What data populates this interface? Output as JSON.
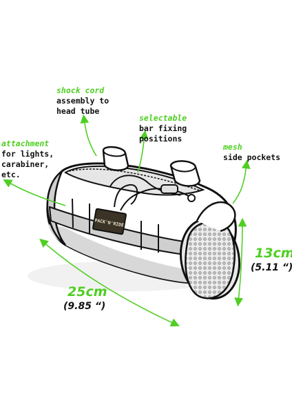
{
  "annotations": {
    "shock_cord": {
      "title": "shock cord",
      "line1": "assembly to",
      "line2": "head tube"
    },
    "bar_fixing": {
      "title": "selectable",
      "line1": "bar fixing",
      "line2": "positions"
    },
    "attachment": {
      "title": "attachment",
      "line1": "for lights,",
      "line2": "carabiner,",
      "line3": "etc."
    },
    "mesh": {
      "title": "mesh",
      "line1": "side pockets"
    }
  },
  "dimensions": {
    "length": {
      "metric": "25cm",
      "imperial": "(9.85 “)"
    },
    "diameter": {
      "metric": "13cm",
      "imperial": "(5.11 “)"
    }
  },
  "logo_text": "PACK'N'RIDE",
  "colors": {
    "accent": "#4fcf23",
    "ink": "#111111",
    "bag_shade": "#d8d8d8",
    "logo_bg": "#3a3326"
  }
}
